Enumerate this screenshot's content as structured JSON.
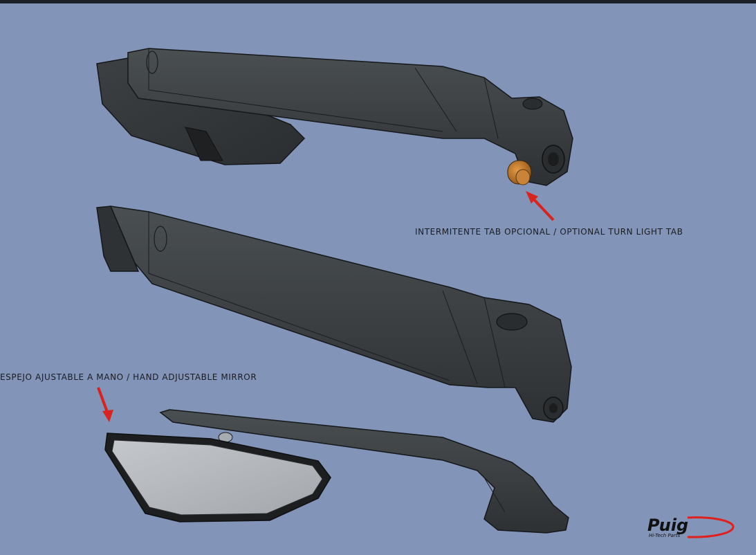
{
  "annotations": {
    "turn_light": "INTERMITENTE TAB OPCIONAL / OPTIONAL TURN LIGHT TAB",
    "hand_mirror": "ESPEJO AJUSTABLE A MANO / HAND ADJUSTABLE MIRROR"
  },
  "brand": {
    "name": "Puig",
    "tagline": "Hi-Tech Parts",
    "accent": "#e0201d"
  },
  "colors": {
    "background": "#8294b7",
    "part": "#3a3e40",
    "turn_tab": "#c07a2c",
    "mirror_glass": "#b7bbc0",
    "arrow": "#d8231f"
  }
}
